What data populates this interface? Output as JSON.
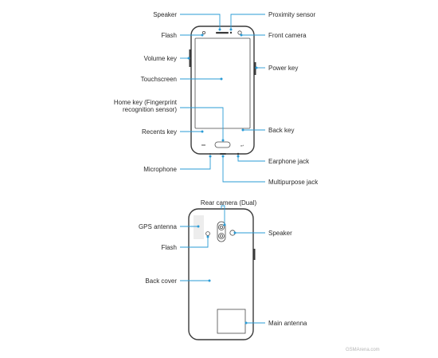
{
  "front_labels": {
    "speaker": "Speaker",
    "proximity_sensor": "Proximity sensor",
    "flash": "Flash",
    "front_camera": "Front camera",
    "volume_key": "Volume key",
    "power_key": "Power key",
    "touchscreen": "Touchscreen",
    "home_key_line1": "Home key (Fingerprint",
    "home_key_line2": "recognition sensor)",
    "recents_key": "Recents key",
    "back_key": "Back key",
    "earphone_jack": "Earphone jack",
    "microphone": "Microphone",
    "multipurpose_jack": "Multipurpose jack"
  },
  "back_labels": {
    "rear_camera": "Rear camera (Dual)",
    "gps_antenna": "GPS antenna",
    "speaker": "Speaker",
    "flash": "Flash",
    "back_cover": "Back cover",
    "main_antenna": "Main antenna"
  },
  "watermark": "GSMArena.com",
  "colors": {
    "accent": "#2a9bd6",
    "outline": "#3a3a3a",
    "text": "#2b2b2b"
  }
}
